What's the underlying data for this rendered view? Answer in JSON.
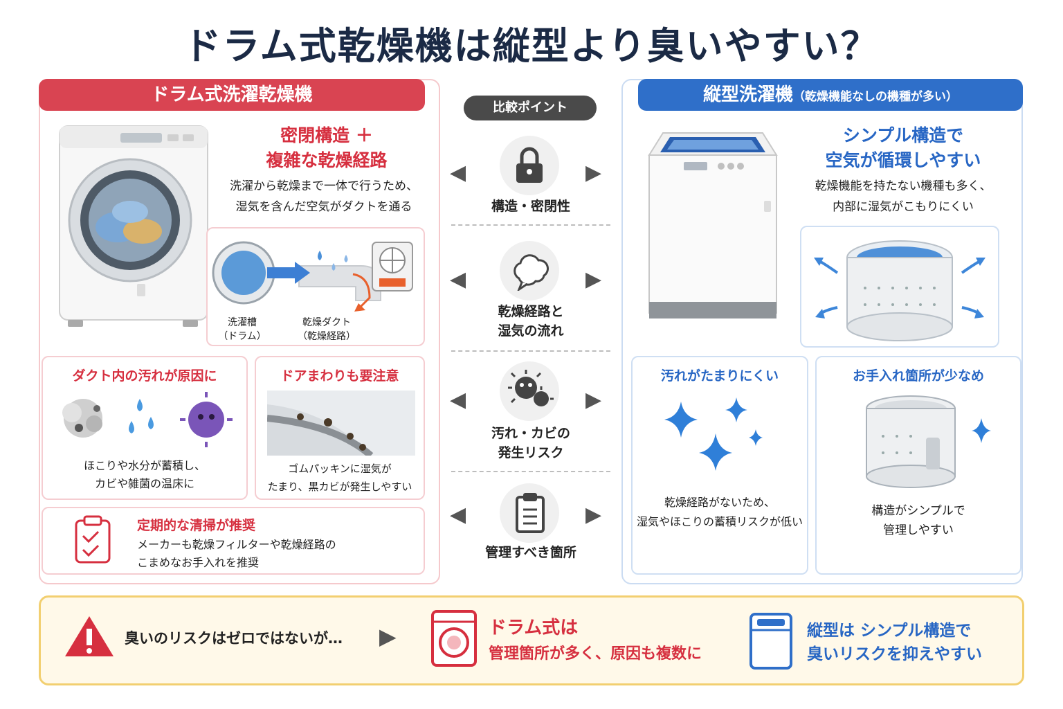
{
  "title": "ドラム式乾燥機は縦型より臭いやすい？",
  "left": {
    "header": "ドラム式洗濯乾燥機",
    "headline_1": "密閉構造 ＋",
    "headline_2": "複雑な乾燥経路",
    "desc_1": "洗濯から乾燥まで一体で行うため、",
    "desc_2": "湿気を含んだ空気がダクトを通る",
    "diagram_label_drum_1": "洗濯槽",
    "diagram_label_drum_2": "（ドラム）",
    "diagram_label_duct_1": "乾燥ダクト",
    "diagram_label_duct_2": "（乾燥経路）",
    "card1_title": "ダクト内の汚れが原因に",
    "card1_text_1": "ほこりや水分が蓄積し、",
    "card1_text_2": "カビや雑菌の温床に",
    "card2_title": "ドアまわりも要注意",
    "card2_text_1": "ゴムパッキンに湿気が",
    "card2_text_2": "たまり、黒カビが発生しやすい",
    "card3_title": "定期的な清掃が推奨",
    "card3_text_1": "メーカーも乾燥フィルターや乾燥経路の",
    "card3_text_2": "こまめなお手入れを推奨"
  },
  "middle": {
    "pill": "比較ポイント",
    "items": [
      {
        "label_1": "構造・密閉性",
        "label_2": ""
      },
      {
        "label_1": "乾燥経路と",
        "label_2": "湿気の流れ"
      },
      {
        "label_1": "汚れ・カビの",
        "label_2": "発生リスク"
      },
      {
        "label_1": "管理すべき箇所",
        "label_2": ""
      }
    ]
  },
  "right": {
    "header_main": "縦型洗濯機",
    "header_sub": "（乾燥機能なしの機種が多い）",
    "headline_1": "シンプル構造で",
    "headline_2": "空気が循環しやすい",
    "desc_1": "乾燥機能を持たない機種も多く、",
    "desc_2": "内部に湿気がこもりにくい",
    "card1_title": "汚れがたまりにくい",
    "card1_text_1": "乾燥経路がないため、",
    "card1_text_2": "湿気やほこりの蓄積リスクが低い",
    "card2_title": "お手入れ箇所が少なめ",
    "card2_text_1": "構造がシンプルで",
    "card2_text_2": "管理しやすい"
  },
  "bottom": {
    "risk_text": "臭いのリスクはゼロではないが…",
    "drum_title": "ドラム式は",
    "drum_text": "管理箇所が多く、原因も複数に",
    "tate_title_1": "縦型は シンプル構造で",
    "tate_title_2": "臭いリスクを抑えやすい"
  },
  "colors": {
    "red": "#d94452",
    "blue": "#2f6fc9",
    "navy": "#1b2a45",
    "gold": "#f2cf70"
  }
}
